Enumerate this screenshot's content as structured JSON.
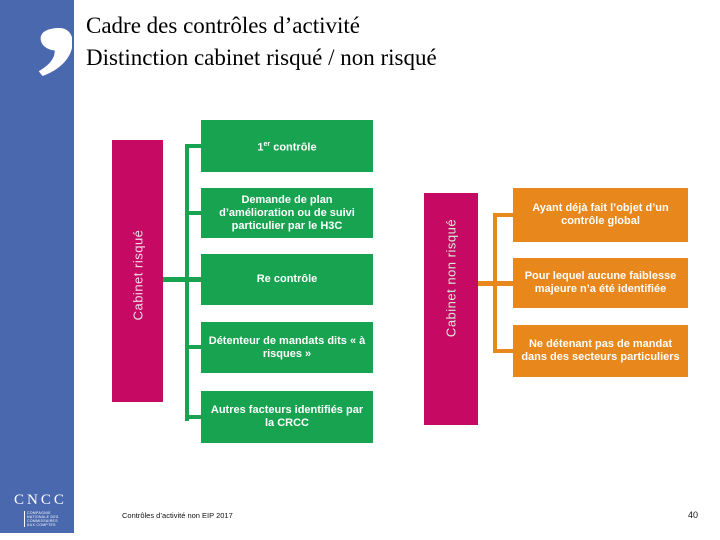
{
  "header": {
    "title_line1": "Cadre des contrôles d’activité",
    "title_line2": "Distinction cabinet risqué / non risqué"
  },
  "logo": {
    "name": "CNCC",
    "sublines": [
      "COMPAGNIE",
      "NATIONALE DES",
      "COMMISSAIRES",
      "AUX COMPTES"
    ]
  },
  "diagram": {
    "left_bar_label": "Cabinet risqué",
    "right_bar_label": "Cabinet non risqué",
    "first_green_box": {
      "num": "1",
      "sup": "er",
      "rest": " contrôle"
    },
    "green_boxes": [
      "Demande de plan d’amélioration ou de suivi particulier par le H3C",
      "Re contrôle",
      "Détenteur de mandats dits «  à risques »",
      "Autres facteurs  identifiés par la CRCC"
    ],
    "orange_boxes": [
      "Ayant déjà fait l’objet d’un contrôle global",
      "Pour lequel aucune faiblesse majeure n’a été identifiée",
      "Ne détenant pas de mandat dans des secteurs particuliers"
    ]
  },
  "footer": {
    "left_text": "Contrôles d’activité non EIP 2017",
    "page_number": "40"
  },
  "colors": {
    "green": "#17A350",
    "magenta": "#C60A64",
    "orange": "#E8871C",
    "blue_strip": "#4A68AE",
    "left_bar_label_text": "#F2D9E6",
    "right_bar_label_text": "#D6EBD8"
  }
}
